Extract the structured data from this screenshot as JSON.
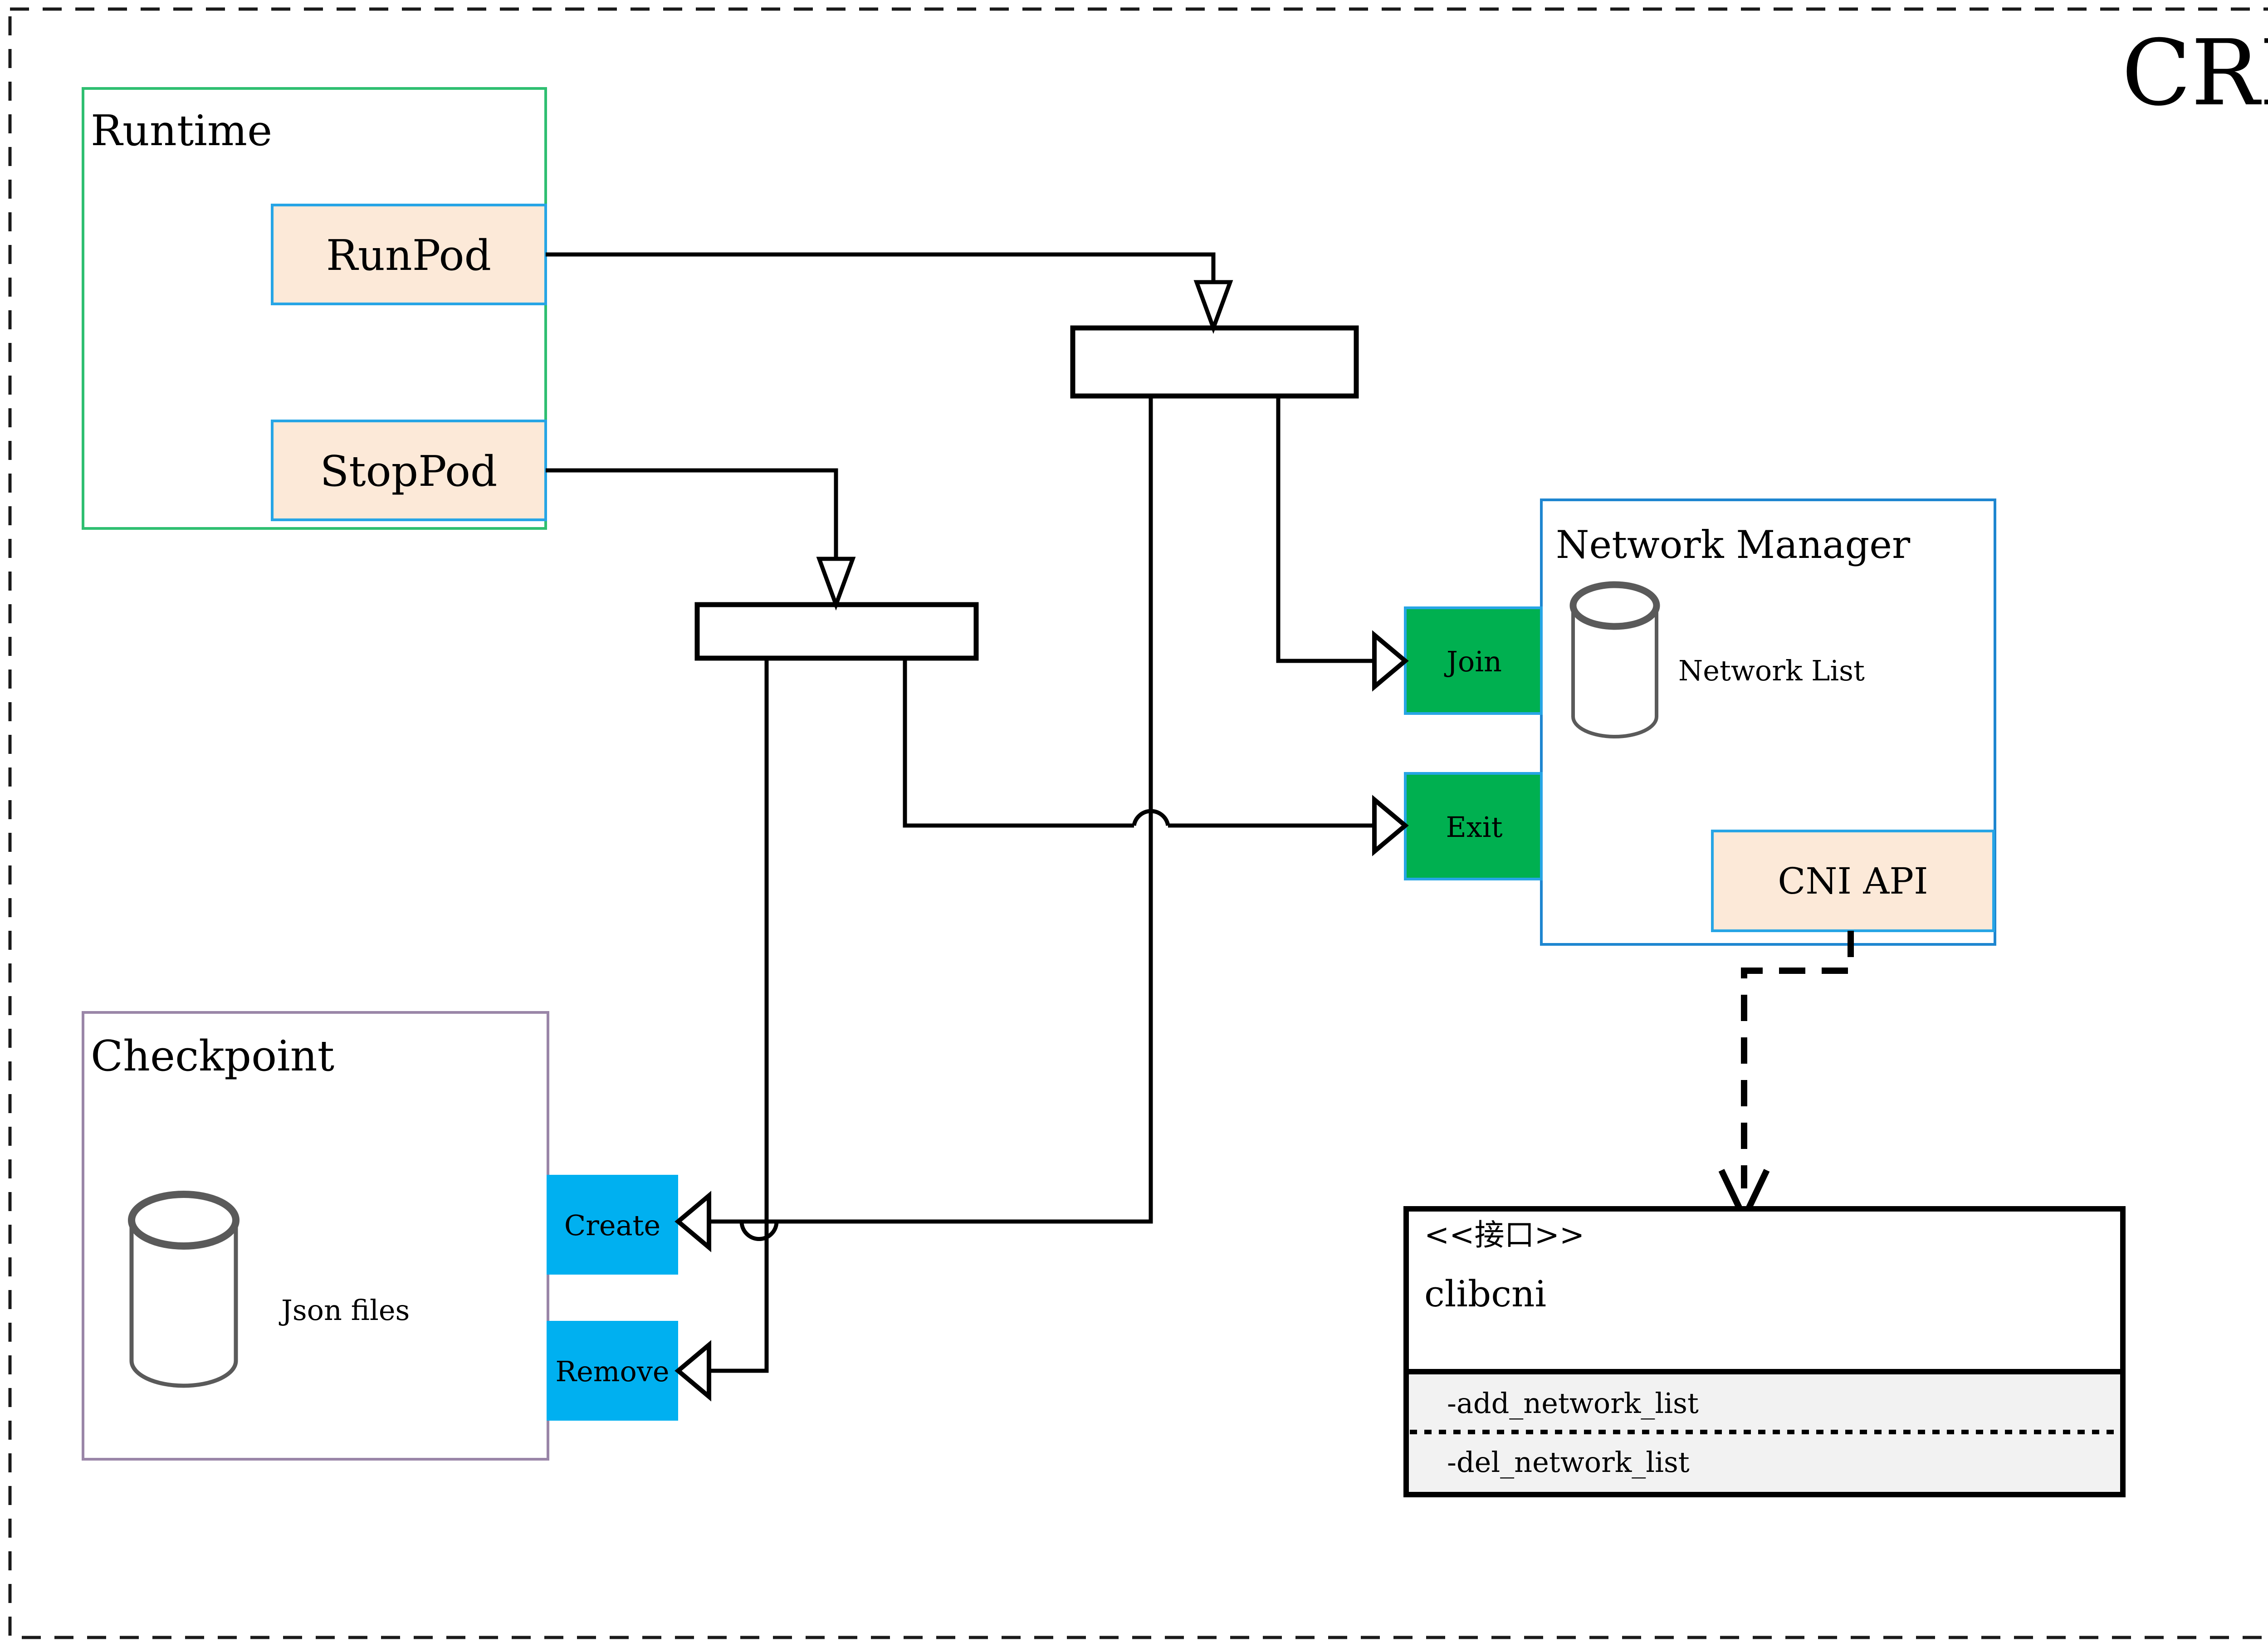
{
  "diagram": {
    "title": "CRI",
    "title_color": "#8a6a06",
    "outer_border_style": "dashed"
  },
  "runtime_group": {
    "label": "Runtime",
    "border_color": "#2fbf71",
    "items": [
      {
        "label": "RunPod",
        "fill": "#fce9d8",
        "border": "#27a5e5"
      },
      {
        "label": "StopPod",
        "fill": "#fce9d8",
        "border": "#27a5e5"
      }
    ]
  },
  "checkpoint_group": {
    "label": "Checkpoint",
    "border_color": "#9a86a8",
    "store": {
      "label": "Json files",
      "shape": "cylinder",
      "color": "#5a5a5a"
    },
    "operations": [
      {
        "label": "Create",
        "fill": "#00b0f0"
      },
      {
        "label": "Remove",
        "fill": "#00b0f0"
      }
    ]
  },
  "network_manager_group": {
    "label": "Network Manager",
    "border_color": "#1e86d0",
    "store": {
      "label": "Network List",
      "shape": "cylinder",
      "color": "#5a5a5a"
    },
    "api_box": {
      "label": "CNI API",
      "fill": "#fce9d8",
      "border": "#27a5e5"
    },
    "operations": [
      {
        "label": "Join",
        "fill": "#00b050",
        "border": "#27a5e5"
      },
      {
        "label": "Exit",
        "fill": "#00b050",
        "border": "#27a5e5"
      }
    ]
  },
  "interface_class": {
    "stereotype": "<<接口>>",
    "name": "clibcni",
    "border_color": "#000000",
    "methods_fill": "#f2f2f2",
    "methods": [
      "-add_network_list",
      "-del_network_list"
    ]
  },
  "junctions": [
    {
      "name": "runpod-junction"
    },
    {
      "name": "stoppod-junction"
    }
  ],
  "connectors": [
    {
      "from": "RunPod",
      "to": "runpod-junction",
      "style": "solid",
      "arrow": "open-triangle"
    },
    {
      "from": "StopPod",
      "to": "stoppod-junction",
      "style": "solid",
      "arrow": "open-triangle"
    },
    {
      "from": "runpod-junction",
      "to": "Join",
      "style": "solid",
      "arrow": "hollow-triangle"
    },
    {
      "from": "runpod-junction",
      "to": "Create",
      "style": "solid",
      "arrow": "hollow-triangle"
    },
    {
      "from": "stoppod-junction",
      "to": "Exit",
      "style": "solid",
      "arrow": "hollow-triangle"
    },
    {
      "from": "stoppod-junction",
      "to": "Remove",
      "style": "solid",
      "arrow": "hollow-triangle"
    },
    {
      "from": "CNI API",
      "to": "clibcni",
      "style": "dashed",
      "arrow": "open-v"
    }
  ]
}
